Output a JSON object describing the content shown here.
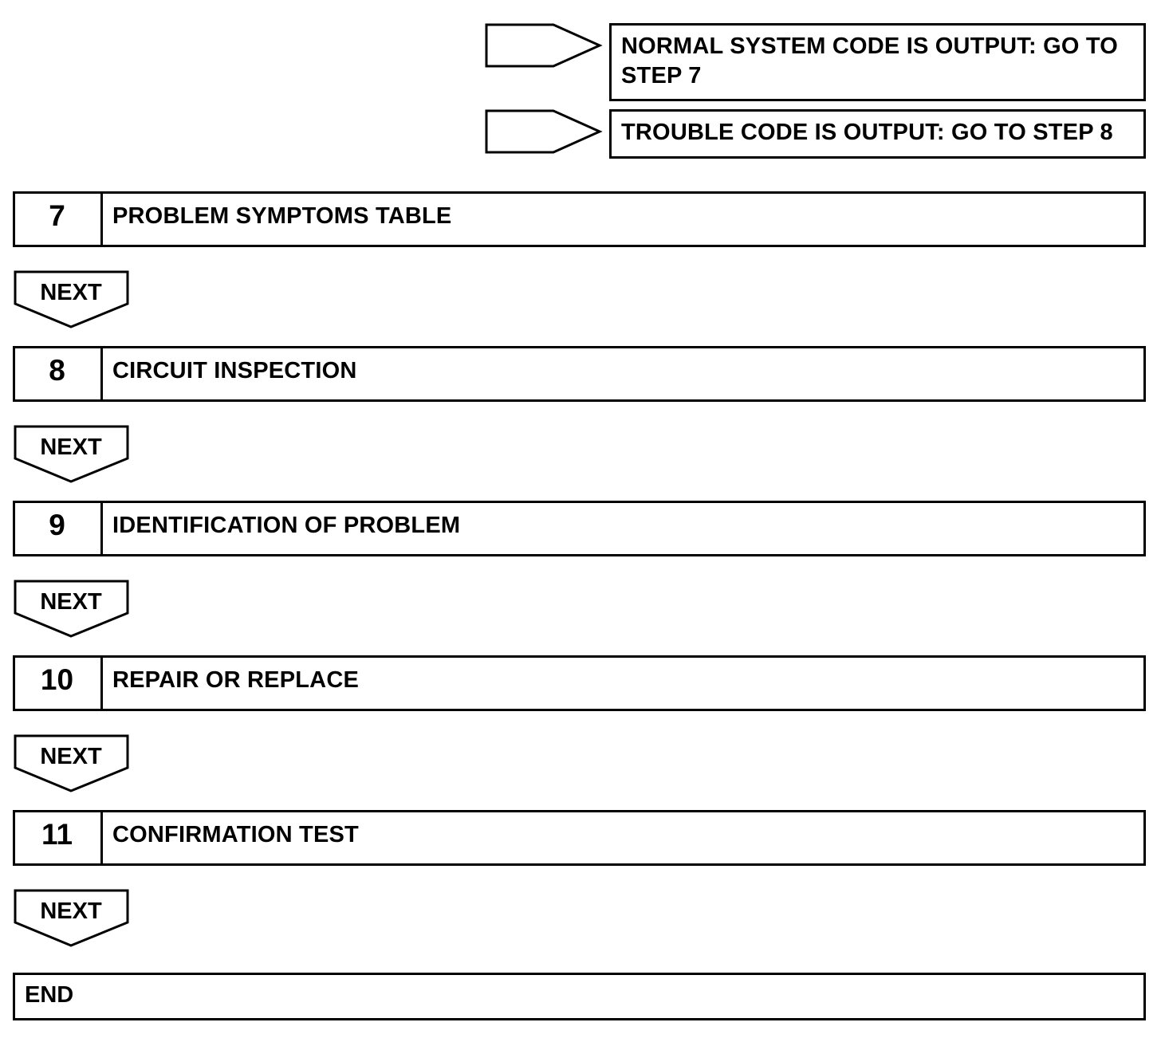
{
  "branches": [
    {
      "label": "NORMAL SYSTEM CODE IS OUTPUT: GO TO STEP 7"
    },
    {
      "label": "TROUBLE CODE IS OUTPUT: GO TO STEP 8"
    }
  ],
  "steps": [
    {
      "number": "7",
      "title": "PROBLEM SYMPTOMS TABLE"
    },
    {
      "number": "8",
      "title": "CIRCUIT INSPECTION"
    },
    {
      "number": "9",
      "title": "IDENTIFICATION OF PROBLEM"
    },
    {
      "number": "10",
      "title": "REPAIR OR REPLACE"
    },
    {
      "number": "11",
      "title": "CONFIRMATION TEST"
    }
  ],
  "next_label": "NEXT",
  "end_label": "END"
}
